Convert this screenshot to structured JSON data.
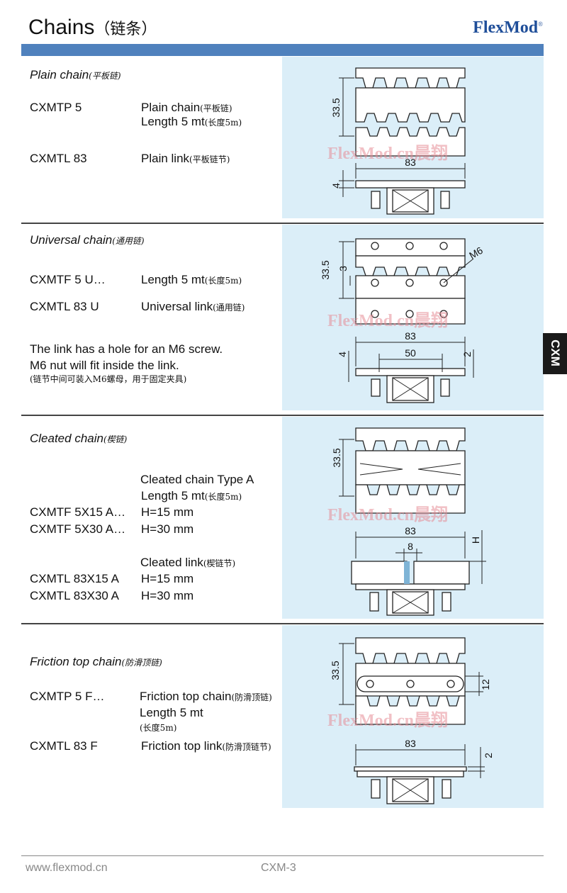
{
  "header": {
    "title": "Chains",
    "title_cn": "（链条）",
    "logo": "FlexMod",
    "logo_mark": "®"
  },
  "side_tab": "CXM",
  "watermark": "FlexMod.cn晨翔",
  "sections": [
    {
      "title": "Plain chain",
      "title_cn": "(平板链)",
      "rows": [
        {
          "code": "CXMTP 5",
          "desc": "Plain chain",
          "desc_cn": "(平板链)",
          "desc2": "Length 5 mt",
          "desc2_cn": "(长度5m)"
        },
        {
          "code": "CXMTL 83",
          "desc": "Plain link",
          "desc_cn": "(平板链节)"
        }
      ],
      "dims": {
        "height": "33.5",
        "width": "83",
        "thick": "4"
      }
    },
    {
      "title": "Universal chain",
      "title_cn": "(通用链)",
      "rows": [
        {
          "code": "CXMTF 5 U…",
          "desc": "Length 5 mt",
          "desc_cn": "(长度5m)"
        },
        {
          "code": "CXMTL 83 U",
          "desc": "Universal link",
          "desc_cn": "(通用链)"
        }
      ],
      "note1": "The link has a hole for an M6 screw.",
      "note2": "M6 nut will fit inside the link.",
      "note_cn": "(链节中间可装入M6螺母，用于固定夹具)",
      "dims": {
        "height": "33.5",
        "inner": "3",
        "screw": "M6",
        "width": "83",
        "hole": "50",
        "thick": "4",
        "step": "2"
      }
    },
    {
      "title": "Cleated chain",
      "title_cn": "(楔链)",
      "chain_label": "Cleated chain  Type A",
      "chain_len": "Length 5 mt",
      "chain_len_cn": "(长度5m)",
      "chain_rows": [
        {
          "code": "CXMTF 5X15 A…",
          "spec": "H=15 mm"
        },
        {
          "code": "CXMTF 5X30 A…",
          "spec": "H=30 mm"
        }
      ],
      "link_label": "Cleated link",
      "link_label_cn": "(楔链节)",
      "link_rows": [
        {
          "code": "CXMTL 83X15 A",
          "spec": "H=15 mm"
        },
        {
          "code": "CXMTL 83X30 A",
          "spec": "H=30 mm"
        }
      ],
      "dims": {
        "height": "33.5",
        "width": "83",
        "gap": "8",
        "cleat": "H"
      }
    },
    {
      "title": "Friction top chain",
      "title_cn": "(防滑顶链)",
      "rows": [
        {
          "code": "CXMTP 5 F…",
          "desc": "Friction top chain",
          "desc_cn": "(防滑顶链)",
          "desc2": "Length 5 mt",
          "desc3_cn": "(长度5m)"
        },
        {
          "code": "CXMTL 83 F",
          "desc": "Friction top link",
          "desc_cn": "(防滑顶链节)"
        }
      ],
      "dims": {
        "height": "33.5",
        "pad": "12",
        "width": "83",
        "thick": "2"
      }
    }
  ],
  "footer": {
    "url": "www.flexmod.cn",
    "page": "CXM-3"
  },
  "colors": {
    "bar": "#4f81bd",
    "panel": "#dbeef8",
    "logo": "#1f4e99"
  }
}
